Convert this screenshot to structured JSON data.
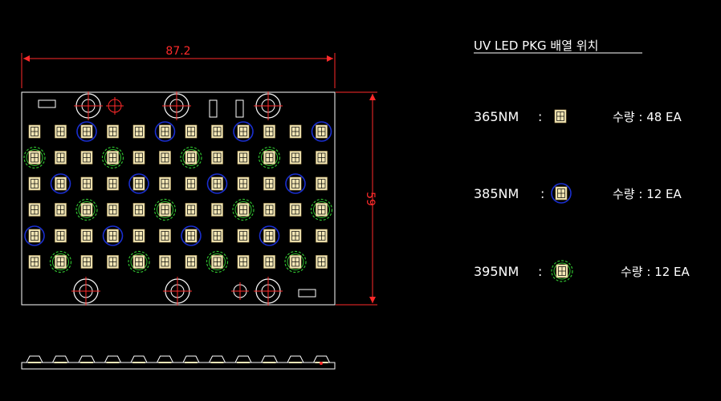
{
  "drawing": {
    "dimension_width": "87.2",
    "dimension_height": "59",
    "legend_title": "UV  LED PKG 배열 위치",
    "legend": [
      {
        "wavelength": "365NM",
        "separator": ":",
        "qty": "수량 : 48 EA",
        "marker": "plain-led"
      },
      {
        "wavelength": "385NM",
        "separator": ":",
        "qty": "수량 : 12 EA",
        "marker": "blue-ring-led"
      },
      {
        "wavelength": "395NM",
        "separator": ":",
        "qty": "수량 : 12 EA",
        "marker": "green-dashed-ring-led"
      }
    ],
    "grid": {
      "cols": 12,
      "rows": 6,
      "blue_ring_cells": [
        [
          0,
          2
        ],
        [
          0,
          5
        ],
        [
          0,
          8
        ],
        [
          0,
          11
        ],
        [
          2,
          1
        ],
        [
          2,
          4
        ],
        [
          2,
          7
        ],
        [
          2,
          10
        ],
        [
          4,
          0
        ],
        [
          4,
          3
        ],
        [
          4,
          6
        ],
        [
          4,
          9
        ]
      ],
      "green_ring_cells": [
        [
          1,
          0
        ],
        [
          1,
          3
        ],
        [
          1,
          6
        ],
        [
          1,
          9
        ],
        [
          3,
          2
        ],
        [
          3,
          5
        ],
        [
          3,
          8
        ],
        [
          3,
          11
        ],
        [
          5,
          1
        ],
        [
          5,
          4
        ],
        [
          5,
          7
        ],
        [
          5,
          10
        ]
      ]
    },
    "colors": {
      "background": "#000000",
      "outline": "#ffffff",
      "dimension": "#ff2a2a",
      "led_fill": "#f2e6b6",
      "blue_ring": "#1a2fd0",
      "green_ring": "#2fbf2f",
      "red_center": "#ff2a2a"
    }
  }
}
